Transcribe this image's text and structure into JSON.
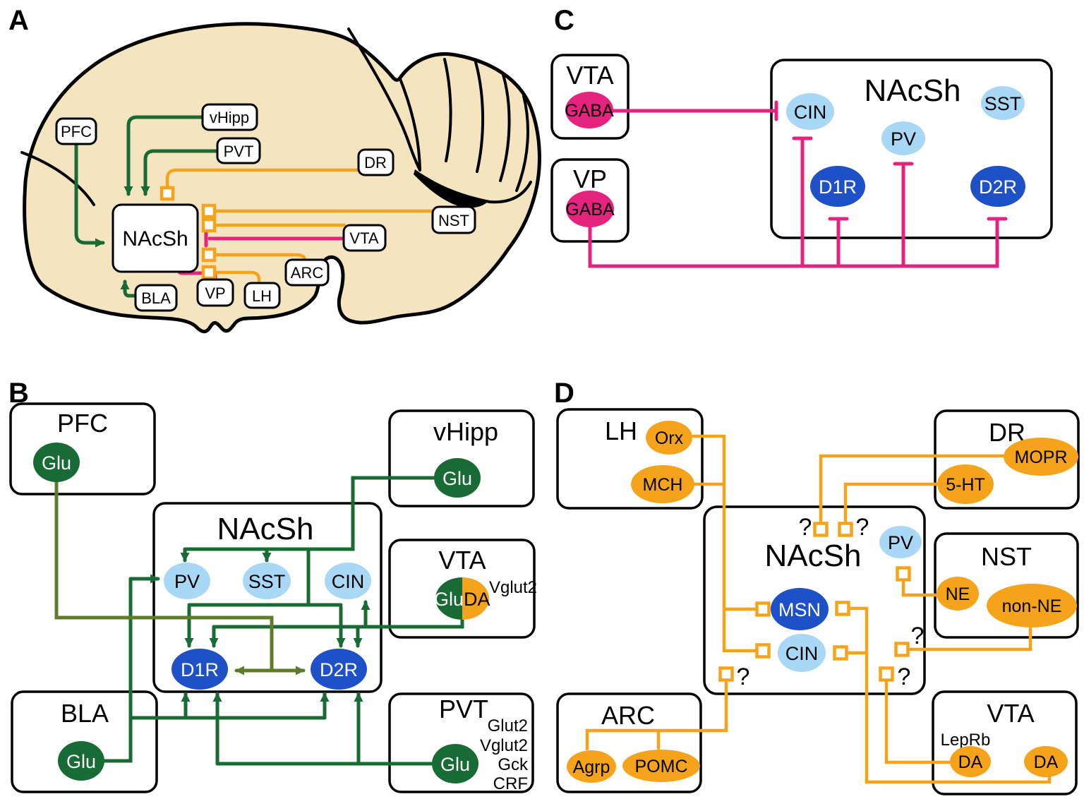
{
  "figure_title": "NAcSh afferent circuit diagram",
  "colors": {
    "brain_fill": "#F4E5C0",
    "glutamate_green": "#186B35",
    "pfc_olive": "#5E7B28",
    "modulator_orange": "#F6A31C",
    "gaba_pink": "#E5237F",
    "interneuron_light_blue": "#A9D8F6",
    "msn_dark_blue": "#1E50C8"
  },
  "a": {
    "panel_label": "A",
    "nacsh": "NAcSh",
    "pfc": "PFC",
    "vhipp": "vHipp",
    "pvt": "PVT",
    "dr": "DR",
    "nst": "NST",
    "vta": "VTA",
    "arc": "ARC",
    "lh": "LH",
    "vp": "VP",
    "bla": "BLA"
  },
  "b": {
    "panel_label": "B",
    "pfc": "PFC",
    "pfc_glu": "Glu",
    "vhipp": "vHipp",
    "vhipp_glu": "Glu",
    "nacsh": "NAcSh",
    "pv": "PV",
    "sst": "SST",
    "cin": "CIN",
    "d1r": "D1R",
    "d2r": "D2R",
    "vta": "VTA",
    "vta_glu": "Glu",
    "vta_da": "DA",
    "vta_vglut2": "Vglut2",
    "bla": "BLA",
    "bla_glu": "Glu",
    "pvt": "PVT",
    "pvt_glu": "Glu",
    "pvt_genes": [
      "Glut2",
      "Vglut2",
      "Gck",
      "CRF"
    ]
  },
  "c": {
    "panel_label": "C",
    "vta": "VTA",
    "vta_gaba": "GABA",
    "vp": "VP",
    "vp_gaba": "GABA",
    "nacsh": "NAcSh",
    "cin": "CIN",
    "sst": "SST",
    "pv": "PV",
    "d1r": "D1R",
    "d2r": "D2R"
  },
  "d": {
    "panel_label": "D",
    "lh": "LH",
    "orx": "Orx",
    "mch": "MCH",
    "dr": "DR",
    "mopr": "MOPR",
    "five_ht": "5-HT",
    "nst": "NST",
    "ne": "NE",
    "non_ne": "non-NE",
    "arc": "ARC",
    "agrp": "Agrp",
    "pomc": "POMC",
    "vta": "VTA",
    "leprb": "LepRb",
    "da_left": "DA",
    "da_right": "DA",
    "nacsh": "NAcSh",
    "pv": "PV",
    "msn": "MSN",
    "cin": "CIN",
    "question": "?"
  }
}
